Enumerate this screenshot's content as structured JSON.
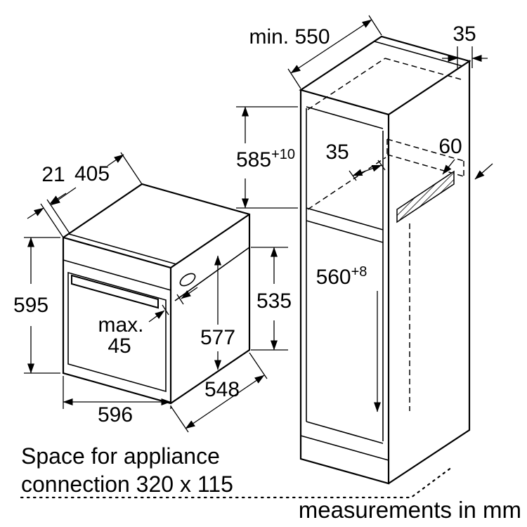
{
  "oven": {
    "dims": {
      "fascia_depth": "21",
      "top_depth": "405",
      "height": "595",
      "handle_max_label": "max.",
      "handle_max_value": "45",
      "body_height": "577",
      "rear_height": "535",
      "width": "596",
      "depth": "548"
    }
  },
  "cabinet": {
    "dims": {
      "min_depth": "min. 550",
      "rear_top_gap": "35",
      "niche_height": "585",
      "niche_height_tolerance": "+10",
      "rear_recess": "35",
      "vent_gap": "60",
      "niche_width": "560",
      "niche_width_tolerance": "+8"
    }
  },
  "notes": {
    "connection_space_line1": "Space for appliance",
    "connection_space_line2": "connection 320 x 115",
    "units_note": "measurements in mm"
  },
  "colors": {
    "line": "#000000",
    "background": "#ffffff"
  }
}
